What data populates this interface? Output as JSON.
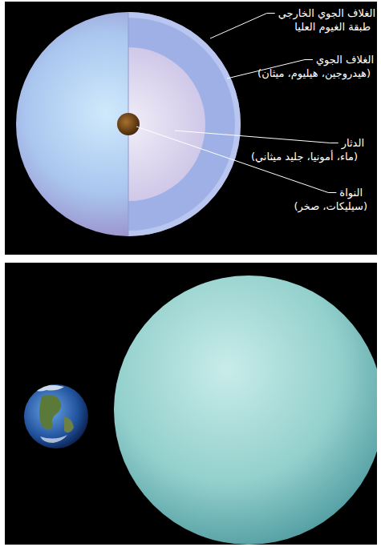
{
  "diagram": {
    "labels": [
      "الغلاف الجوي الخارجي",
      "طبقة الغيوم العليا",
      "الغلاف الجوي",
      "(هيدروجين، هيليوم، ميثان)",
      "الدثار",
      "(ماء، أمونيا، جليد ميثاني)",
      "النواة",
      "(سيليكات، صخر)"
    ]
  }
}
